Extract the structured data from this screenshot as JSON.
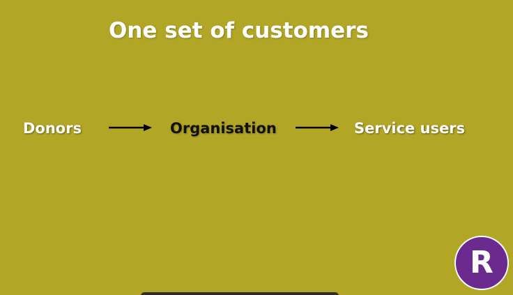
{
  "slide": {
    "title": "One set of customers",
    "background_color": "#b2a627"
  },
  "flow": {
    "nodes": [
      {
        "label": "Donors",
        "color": "#ffffff"
      },
      {
        "label": "Organisation",
        "color": "#111111"
      },
      {
        "label": "Service users",
        "color": "#ffffff"
      }
    ],
    "connectors": [
      {
        "from": "Donors",
        "to": "Organisation",
        "icon": "right-arrow-icon"
      },
      {
        "from": "Organisation",
        "to": "Service users",
        "icon": "right-arrow-icon"
      }
    ]
  },
  "logo": {
    "letter": "R",
    "color": "#6a2a8e"
  }
}
